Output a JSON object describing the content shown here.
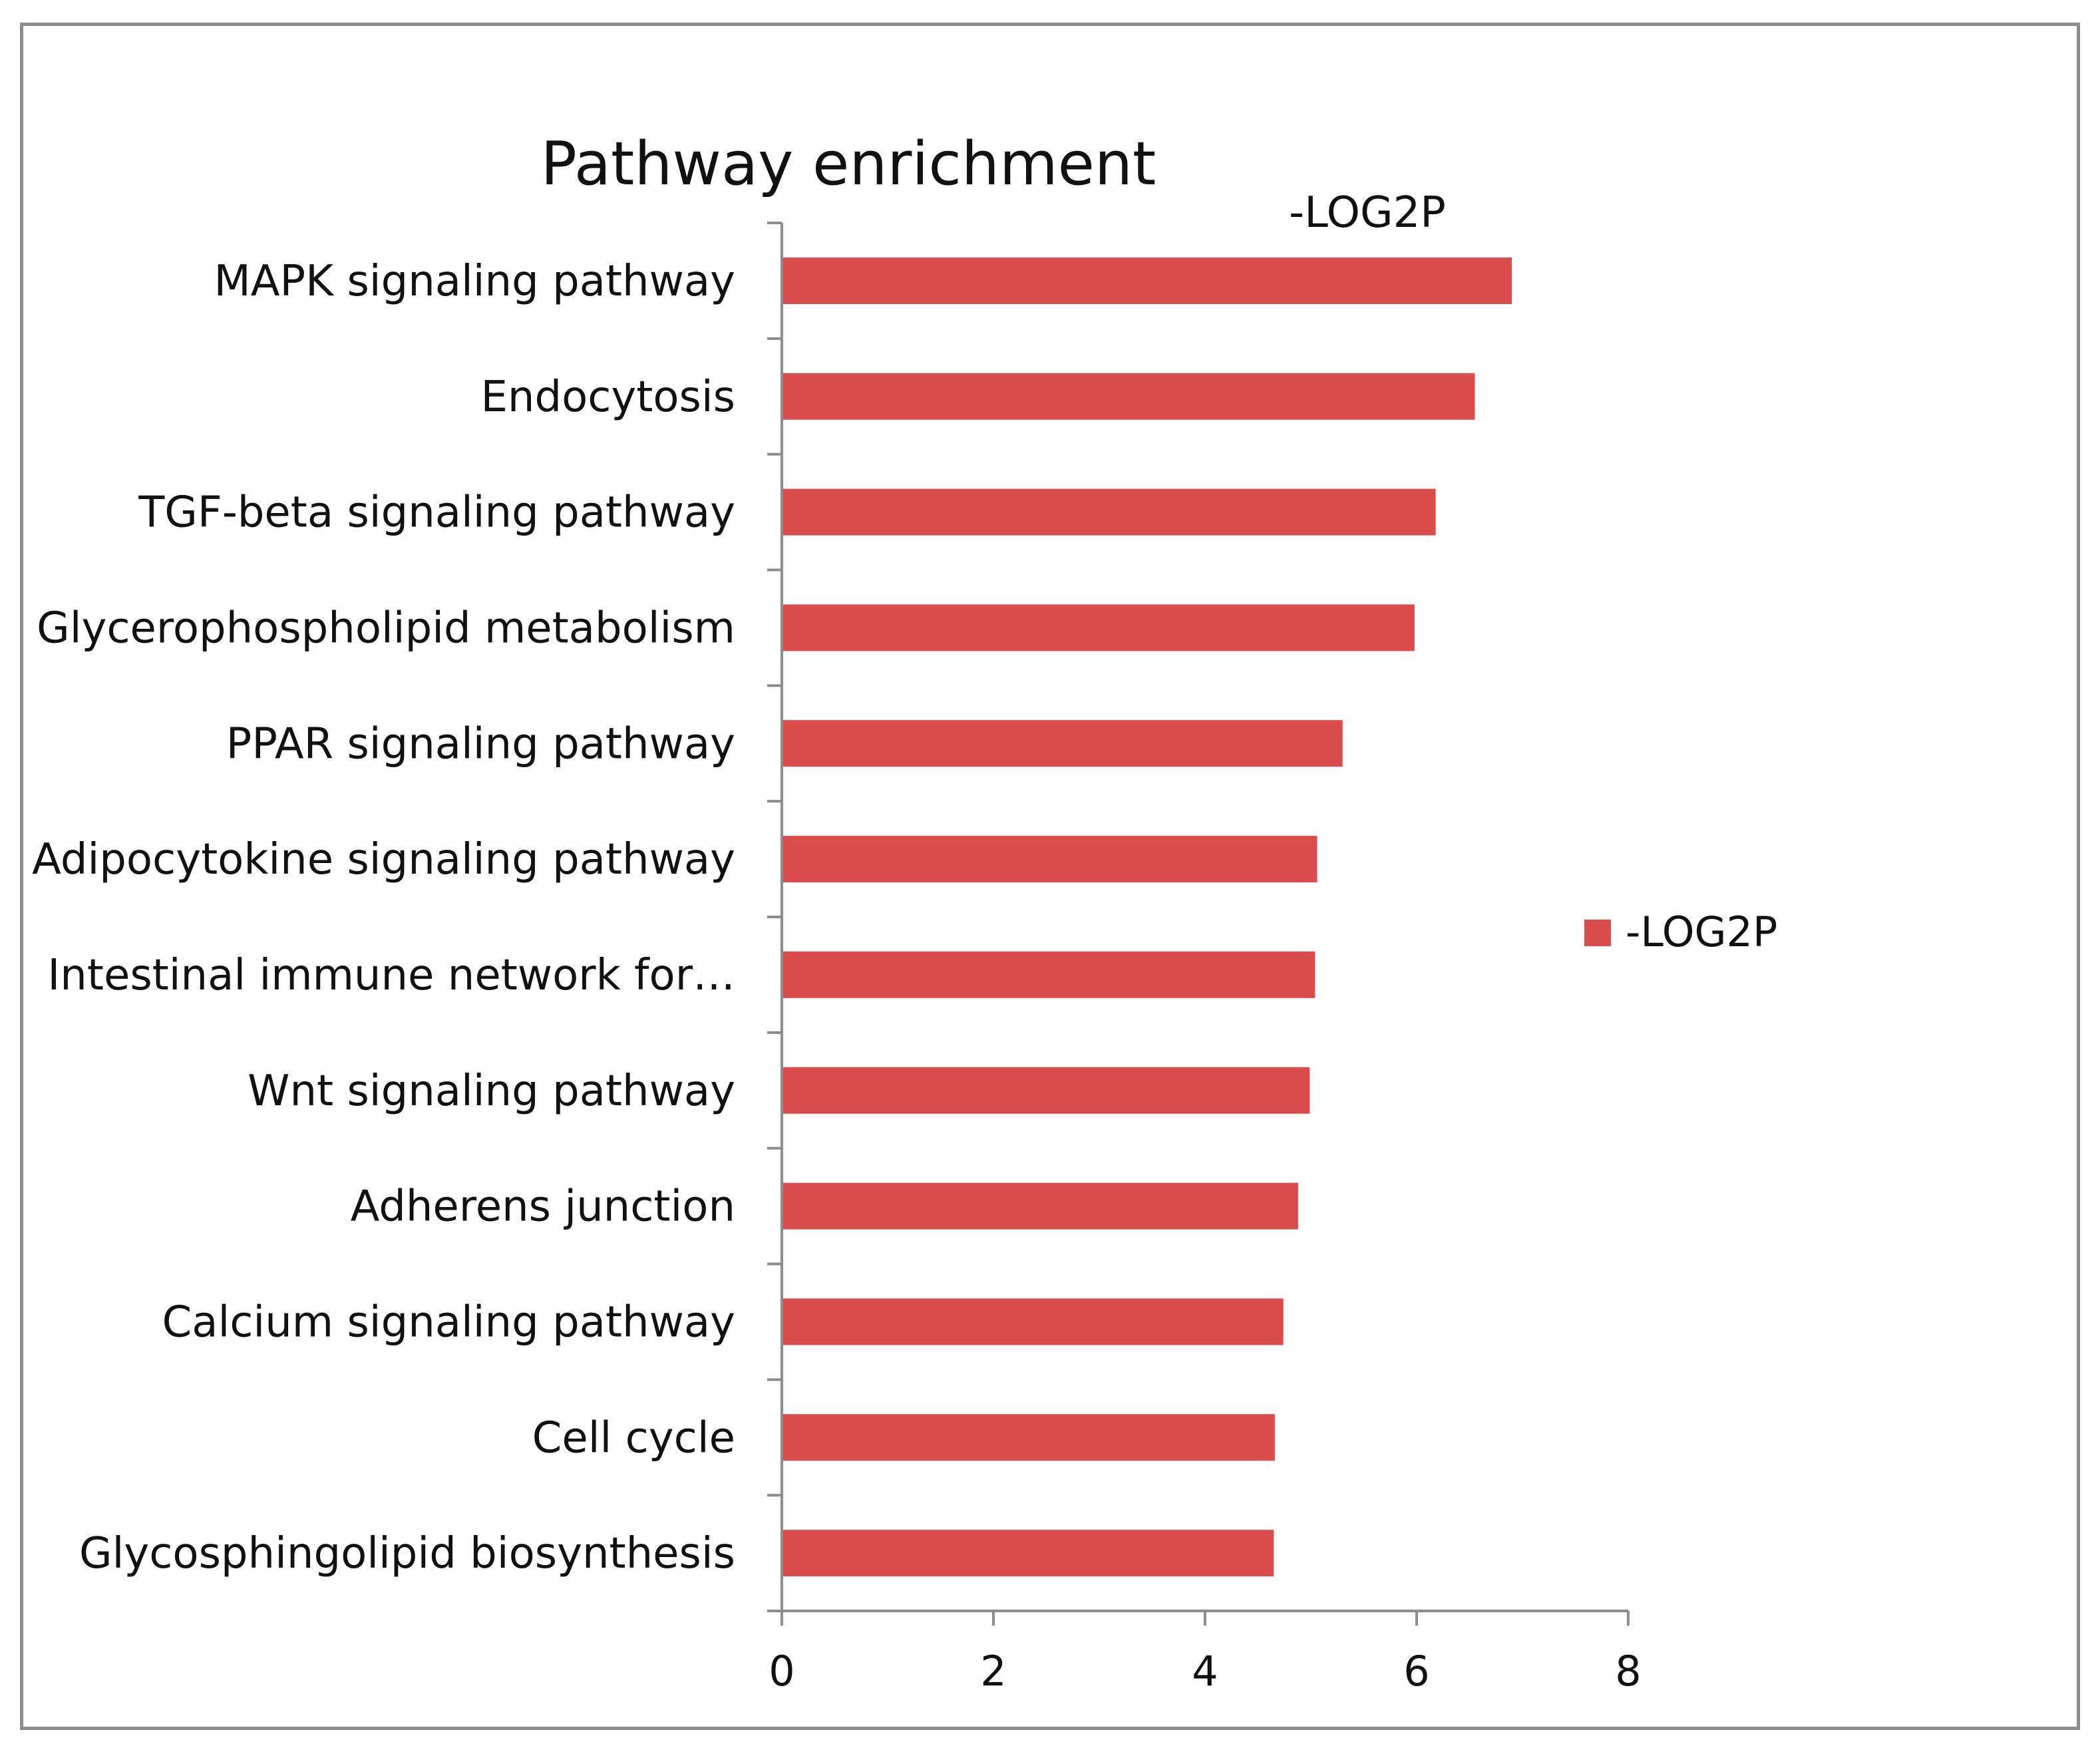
{
  "chart_data": {
    "type": "bar",
    "orientation": "horizontal",
    "title": "Pathway enrichment",
    "subtitle": "-LOG2P",
    "xlabel": "",
    "ylabel": "",
    "xlim": [
      0,
      8
    ],
    "x_ticks": [
      "0",
      "2",
      "4",
      "6",
      "8"
    ],
    "grid": false,
    "legend": {
      "position": "right",
      "entries": [
        "-LOG2P"
      ]
    },
    "bar_color": "#DB4D4D",
    "categories": [
      "MAPK signaling pathway",
      "Endocytosis",
      "TGF-beta signaling pathway",
      "Glycerophospholipid metabolism",
      "PPAR signaling pathway",
      "Adipocytokine signaling pathway",
      "Intestinal immune network for…",
      "Wnt signaling pathway",
      "Adherens junction",
      "Calcium signaling pathway",
      "Cell cycle",
      "Glycosphingolipid biosynthesis"
    ],
    "series": [
      {
        "name": "-LOG2P",
        "values": [
          6.9,
          6.55,
          6.18,
          5.98,
          5.3,
          5.06,
          5.04,
          4.99,
          4.88,
          4.74,
          4.66,
          4.65
        ]
      }
    ]
  }
}
